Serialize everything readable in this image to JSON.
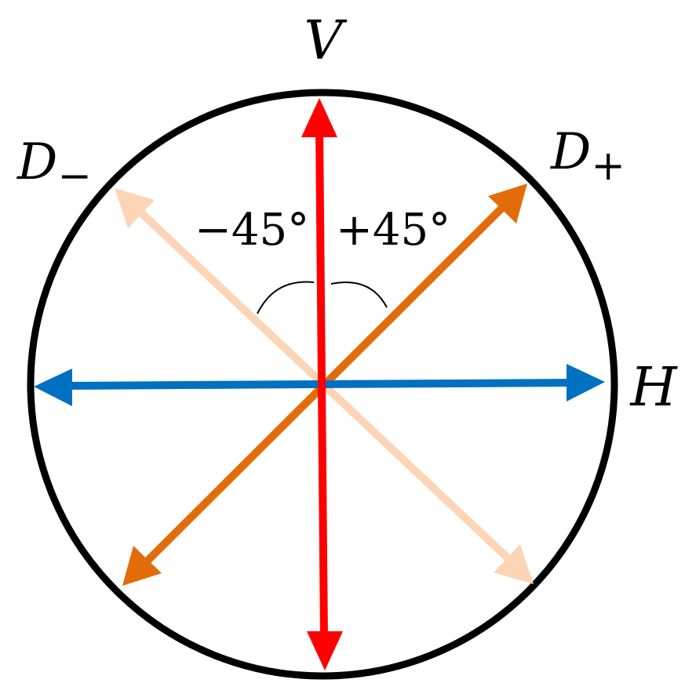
{
  "labels": {
    "vertical": "V",
    "horizontal": "H",
    "diagonal_minus": "D",
    "diagonal_minus_sub": "−",
    "diagonal_plus": "D",
    "diagonal_plus_sub": "+",
    "angle_minus": "−45°",
    "angle_plus": "+45°"
  },
  "colors": {
    "circle": "#000000",
    "vertical_arrow": "#ff0000",
    "horizontal_arrow": "#0070c0",
    "diagonal_plus_arrow": "#e36c0a",
    "diagonal_minus_arrow": "#fbd5b5",
    "angle_arc": "#000000"
  }
}
